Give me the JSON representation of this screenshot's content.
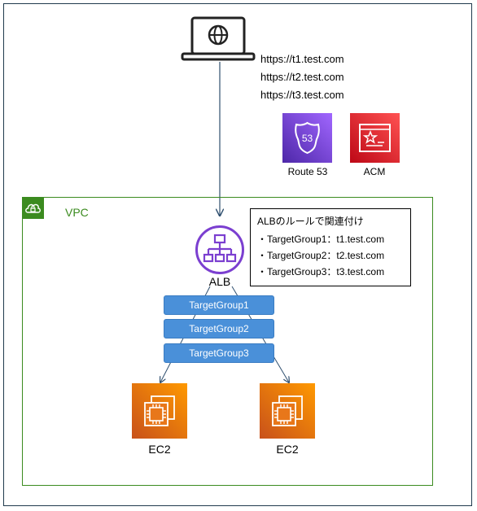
{
  "urls": [
    "https://t1.test.com",
    "https://t2.test.com",
    "https://t3.test.com"
  ],
  "services": {
    "route53": {
      "label": "Route 53",
      "badge": "53"
    },
    "acm": {
      "label": "ACM"
    }
  },
  "vpc": {
    "label": "VPC"
  },
  "alb": {
    "label": "ALB"
  },
  "rules": {
    "title": "ALBのルールで関連付け",
    "items": [
      "・TargetGroup1：t1.test.com",
      "・TargetGroup2：t2.test.com",
      "・TargetGroup3：t3.test.com"
    ]
  },
  "target_groups": [
    "TargetGroup1",
    "TargetGroup2",
    "TargetGroup3"
  ],
  "ec2": [
    {
      "label": "EC2"
    },
    {
      "label": "EC2"
    }
  ],
  "colors": {
    "vpc_green": "#3b8b1f",
    "alb_purple": "#7b3fd0",
    "route53_purple": "#7b4fd6",
    "acm_red": "#dd344c",
    "ec2_orange": "#e8771a",
    "target_group_blue": "#4a90d9"
  },
  "icons": {
    "client": "laptop-globe-icon",
    "route53": "route53-icon",
    "acm": "acm-certificate-icon",
    "vpc": "vpc-cloud-lock-icon",
    "alb": "load-balancer-icon",
    "ec2": "ec2-chip-icon"
  }
}
